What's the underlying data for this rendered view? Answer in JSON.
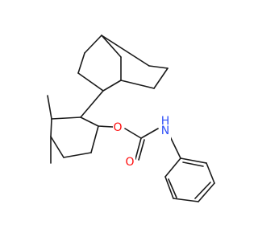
{
  "molecule": {
    "atoms": [
      {
        "name": "atom-oxygen-ester",
        "symbol": "O",
        "color": "#ff0d0d"
      },
      {
        "name": "atom-oxygen-carbonyl",
        "symbol": "O",
        "color": "#ff0d0d"
      },
      {
        "name": "atom-nitrogen-amide",
        "symbol": "N",
        "color": "#3050f8"
      },
      {
        "name": "atom-hydrogen-amide",
        "symbol": "H",
        "color": "#3050f8"
      }
    ]
  }
}
